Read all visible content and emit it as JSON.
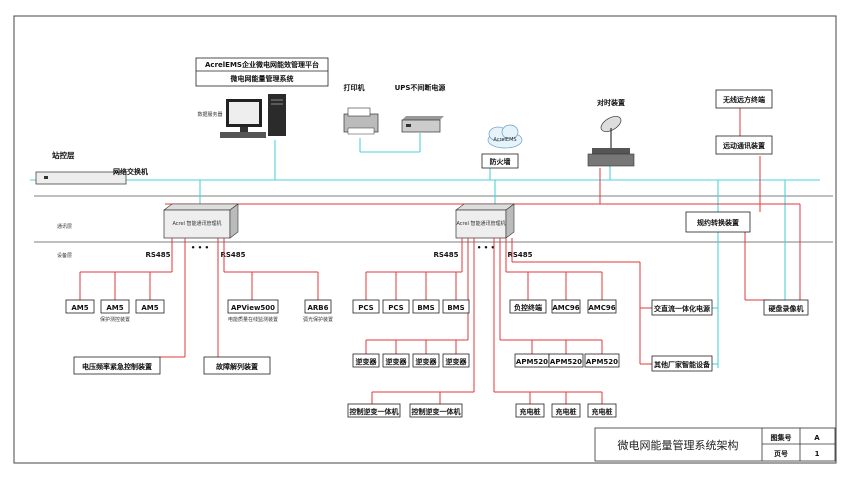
{
  "platform": {
    "line1": "AcrelEMS企业微电网能效管理平台",
    "line2": "微电网能量管理系统"
  },
  "devices": {
    "server_label": "数据服务器",
    "printer": "打印机",
    "ups": "UPS不间断电源",
    "firewall_cloud": "AcrelEMS",
    "firewall": "防火墙",
    "satellite": "对时装置",
    "wireless": "无线远方终端",
    "telecontrol": "远动通讯装置",
    "protocol_converter": "规约转换装置",
    "switch": "网络交换机",
    "gateway_left": "Acrel  智能通讯管理机",
    "gateway_right": "Acrel  智能通讯管理机",
    "dots_left": "• • •",
    "dots_right": "• • •"
  },
  "layers": {
    "station": "站控层",
    "comm": "通讯层",
    "field": "设备层"
  },
  "bus": {
    "rs485_1": "RS485",
    "rs485_2": "RS485",
    "rs485_3": "RS485",
    "rs485_4": "RS485"
  },
  "left_devices": {
    "am5_1": "AM5",
    "am5_2": "AM5",
    "am5_2_sub": "保护测控装置",
    "am5_3": "AM5",
    "apview": "APView500",
    "apview_sub": "电能质量在线监测装置",
    "arb6": "ARB6",
    "arb6_sub": "弧光保护装置",
    "voltage_ctrl": "电压频率紧急控制装置",
    "fault_ctrl": "故障解列装置"
  },
  "mid_devices": {
    "pcs1": "PCS",
    "pcs2": "PCS",
    "bms1": "BMS",
    "bms2": "BMS",
    "inv1": "逆变器",
    "inv2": "逆变器",
    "inv3": "逆变器",
    "inv4": "逆变器",
    "ctrl_inv1": "控制逆变一体机",
    "ctrl_inv2": "控制逆变一体机"
  },
  "right_devices": {
    "load_term": "负控终端",
    "amc96_1": "AMC96",
    "amc96_2": "AMC96",
    "apm520_1": "APM520",
    "apm520_2": "APM520",
    "apm520_3": "APM520",
    "charger1": "充电桩",
    "charger2": "充电桩",
    "charger3": "充电桩",
    "acdc_power": "交直流一体化电源",
    "other_devices": "其他厂家智能设备",
    "recorder": "硬盘录像机"
  },
  "title_block": {
    "title": "微电网能量管理系统架构",
    "drawing_no_label": "图集号",
    "drawing_no": "A",
    "page_label": "页号",
    "page": "1"
  },
  "colors": {
    "rs485_line": "#e23a3a",
    "ethernet_line": "#4fd1d9",
    "frame": "#222222"
  }
}
